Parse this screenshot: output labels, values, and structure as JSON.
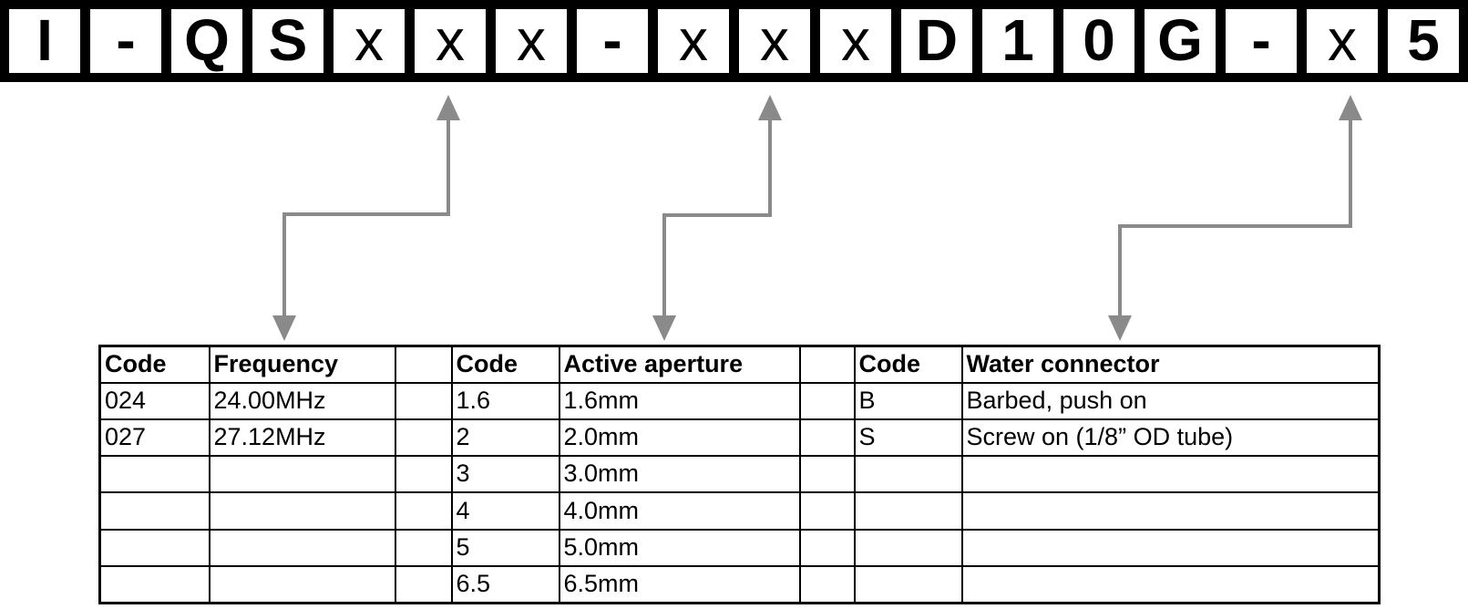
{
  "part_code": {
    "description": "part number layout strip",
    "cells": [
      {
        "char": "I",
        "bold": true
      },
      {
        "char": "-",
        "bold": true
      },
      {
        "char": "Q",
        "bold": true
      },
      {
        "char": "S",
        "bold": true
      },
      {
        "char": "x",
        "bold": false
      },
      {
        "char": "x",
        "bold": false
      },
      {
        "char": "x",
        "bold": false
      },
      {
        "char": "-",
        "bold": true
      },
      {
        "char": "x",
        "bold": false
      },
      {
        "char": "x",
        "bold": false
      },
      {
        "char": "x",
        "bold": false
      },
      {
        "char": "D",
        "bold": true
      },
      {
        "char": "1",
        "bold": true
      },
      {
        "char": "0",
        "bold": true
      },
      {
        "char": "G",
        "bold": true
      },
      {
        "char": "-",
        "bold": true
      },
      {
        "char": "x",
        "bold": false
      },
      {
        "char": "5",
        "bold": true
      }
    ]
  },
  "arrows": [
    {
      "name": "frequency-arrow",
      "points_from": "code-cell-5",
      "points_to": "frequency-columns"
    },
    {
      "name": "active-aperture-arrow",
      "points_from": "code-cell-9",
      "points_to": "active-aperture-columns"
    },
    {
      "name": "water-connector-arrow",
      "points_from": "code-cell-16",
      "points_to": "water-connector-columns"
    }
  ],
  "table": {
    "columns": [
      "Code",
      "Frequency",
      "",
      "Code",
      "Active aperture",
      "",
      "Code",
      "Water connector"
    ],
    "rows": [
      [
        "024",
        "24.00MHz",
        "",
        "1.6",
        "1.6mm",
        "",
        "B",
        "Barbed, push on"
      ],
      [
        "027",
        "27.12MHz",
        "",
        "2",
        "2.0mm",
        "",
        "S",
        "Screw on (1/8” OD tube)"
      ],
      [
        "",
        "",
        "",
        "3",
        "3.0mm",
        "",
        "",
        ""
      ],
      [
        "",
        "",
        "",
        "4",
        "4.0mm",
        "",
        "",
        ""
      ],
      [
        "",
        "",
        "",
        "5",
        "5.0mm",
        "",
        "",
        ""
      ],
      [
        "",
        "",
        "",
        "6.5",
        "6.5mm",
        "",
        "",
        ""
      ]
    ]
  },
  "colors": {
    "arrow": "#8a8a8a",
    "border": "#000000",
    "background": "#ffffff"
  }
}
